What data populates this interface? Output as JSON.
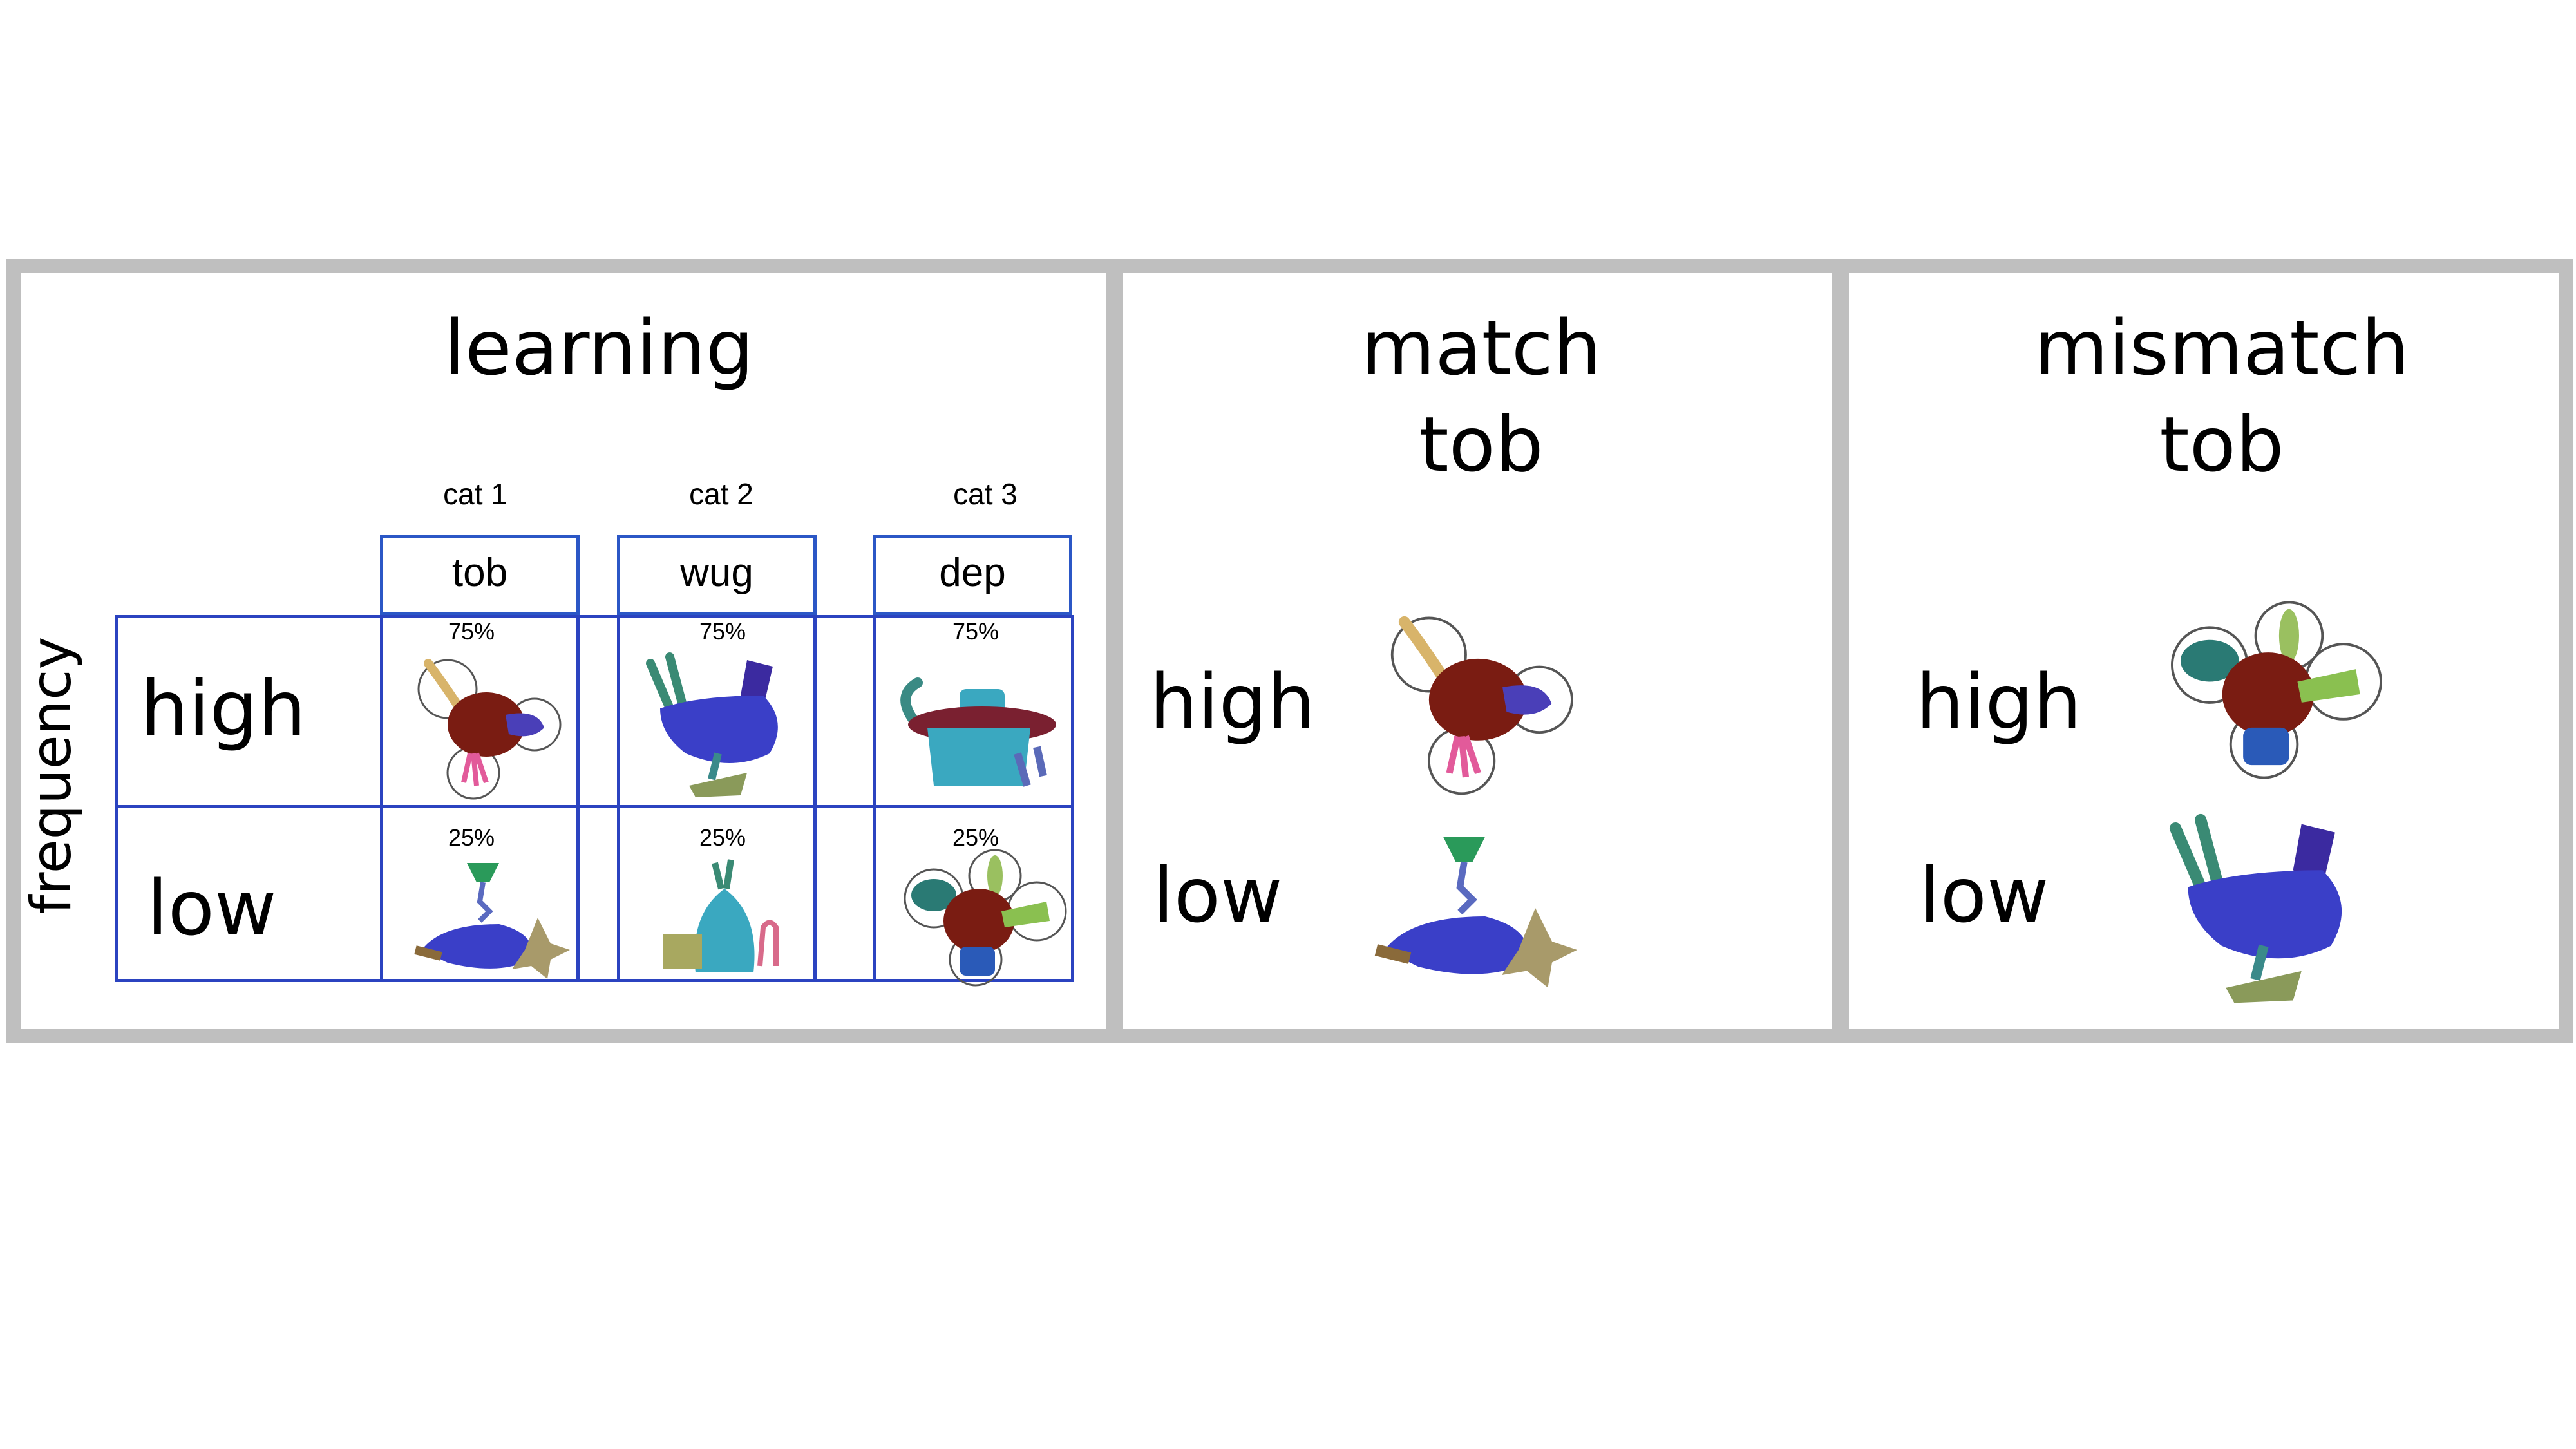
{
  "panels": {
    "learning": {
      "title": "learning",
      "category_labels": [
        "cat 1",
        "cat 2",
        "cat 3"
      ],
      "names": [
        "tob",
        "wug",
        "dep"
      ],
      "row_labels": {
        "high": "high",
        "low": "low"
      },
      "axis_label": "frequency",
      "percentages": {
        "high": [
          "75%",
          "75%",
          "75%"
        ],
        "low": [
          "25%",
          "25%",
          "25%"
        ]
      }
    },
    "match": {
      "title_line1": "match",
      "title_line2": "tob",
      "row_labels": {
        "high": "high",
        "low": "low"
      }
    },
    "mismatch": {
      "title_line1": "mismatch",
      "title_line2": "tob",
      "row_labels": {
        "high": "high",
        "low": "low"
      }
    }
  },
  "colors": {
    "frame": "#bfbfbf",
    "grid": "#2b43c0",
    "body_red": "#7a1c12",
    "body_blue": "#3a3fc8",
    "body_teal": "#3aa8c0"
  },
  "stimulus_icons": [
    "red-body-tob-object",
    "blue-body-wug-object",
    "teal-body-dep-object",
    "red-body-multi-part-object",
    "blue-body-star-object",
    "teal-body-vase-object"
  ]
}
